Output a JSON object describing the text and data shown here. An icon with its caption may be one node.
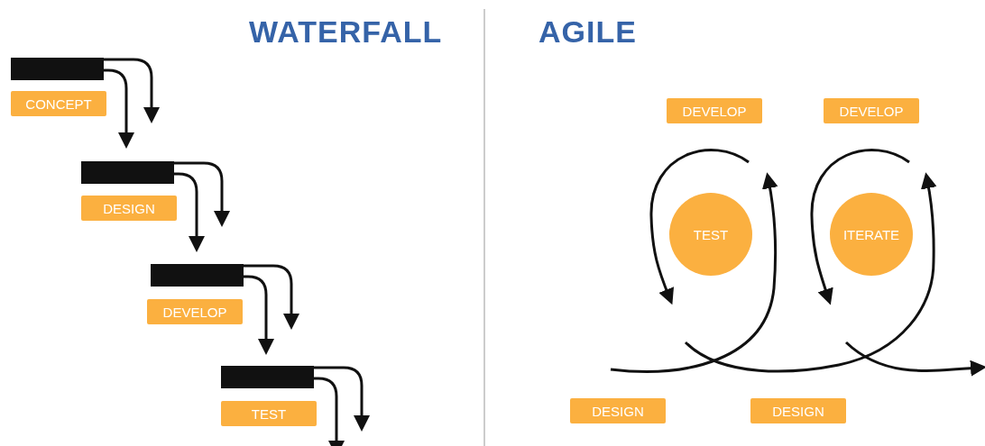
{
  "diagram": {
    "nodes": [
      {
        "text": [
          "CONCEPT"
        ]
      },
      {
        "text": [
          "DESIGN"
        ]
      },
      {
        "text": [
          "DEVELOP"
        ]
      },
      {
        "text": [
          "TEST"
        ]
      },
      {
        "text": [
          "DEVELOP"
        ]
      },
      {
        "text": [
          "DEVELOP"
        ]
      },
      {
        "text": [
          "TEST"
        ]
      },
      {
        "text": [
          "ITERATE"
        ]
      },
      {
        "text": [
          "DESIGN"
        ]
      },
      {
        "text": [
          "DESIGN"
        ]
      }
    ],
    "labels": [
      "WATERFALL",
      "AGILE"
    ]
  }
}
